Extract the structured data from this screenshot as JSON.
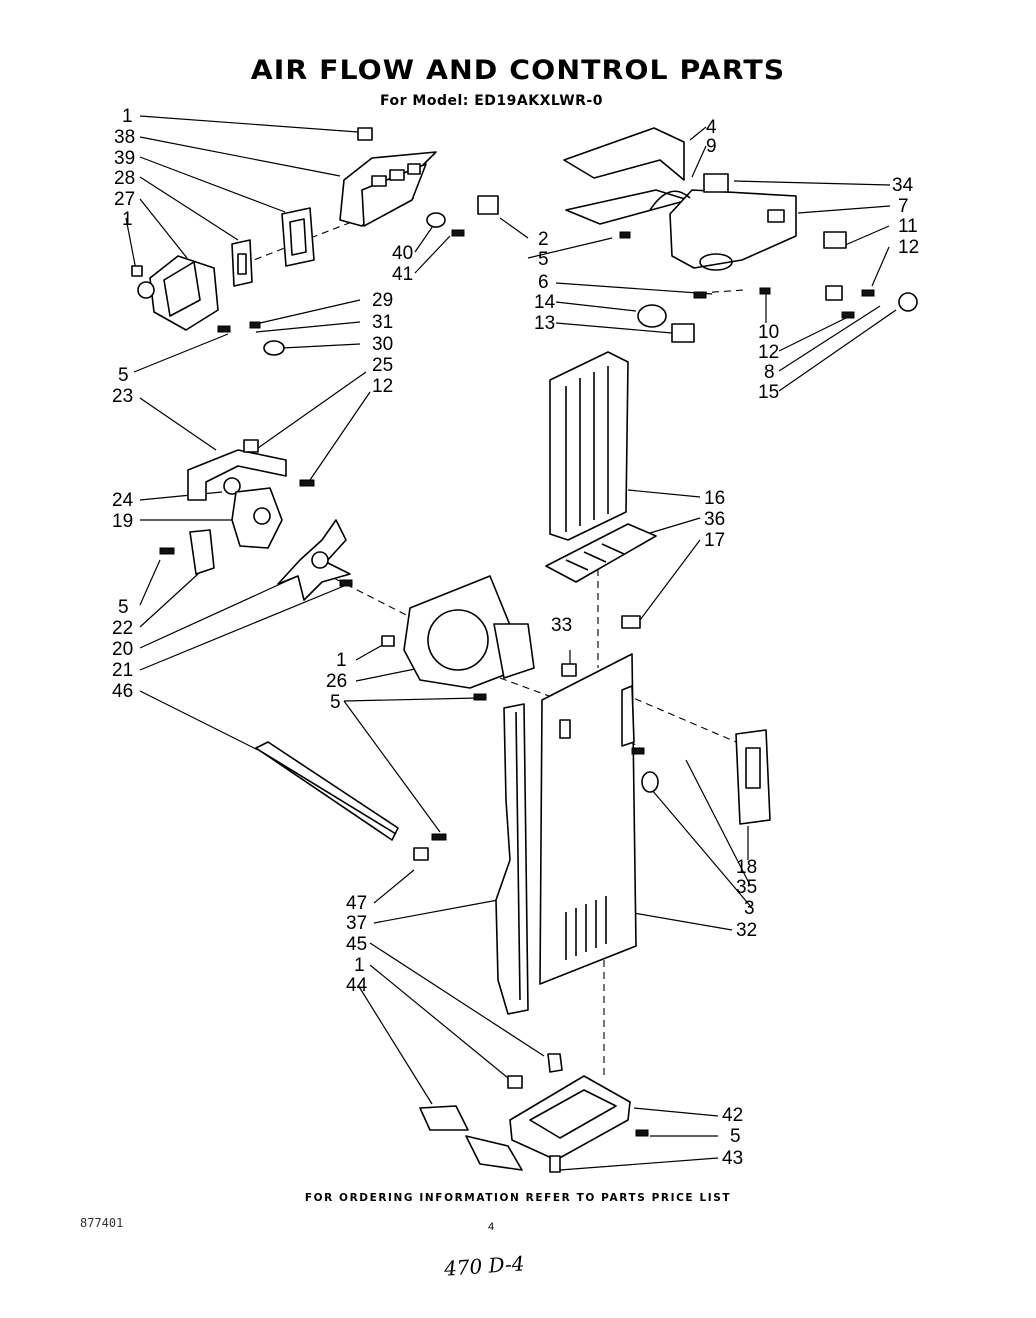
{
  "title": "AIR FLOW AND CONTROL PARTS",
  "subtitle": "For Model: ED19AKXLWR-0",
  "footer_note": "FOR ORDERING INFORMATION REFER TO PARTS PRICE LIST",
  "doc_number": "877401",
  "page_number": "4",
  "handwritten_note": "470 D-4",
  "callouts": {
    "c1": "1",
    "c38": "38",
    "c39": "39",
    "c28": "28",
    "c27": "27",
    "c1b": "1",
    "c40": "40",
    "c41": "41",
    "c29": "29",
    "c31": "31",
    "c30": "30",
    "c5a": "5",
    "c25": "25",
    "c12a": "12",
    "c23": "23",
    "c24": "24",
    "c19": "19",
    "c5b": "5",
    "c22": "22",
    "c20": "20",
    "c21": "21",
    "c46": "46",
    "c1c": "1",
    "c26": "26",
    "c5c": "5",
    "c33": "33",
    "c4": "4",
    "c9": "9",
    "c34": "34",
    "c7": "7",
    "c2": "2",
    "c5d": "5",
    "c11": "11",
    "c12b": "12",
    "c6": "6",
    "c14": "14",
    "c13": "13",
    "c10": "10",
    "c12c": "12",
    "c8": "8",
    "c15": "15",
    "c16": "16",
    "c36": "36",
    "c17": "17",
    "c18": "18",
    "c35": "35",
    "c3": "3",
    "c32": "32",
    "c47": "47",
    "c37": "37",
    "c45": "45",
    "c1d": "1",
    "c44": "44",
    "c42": "42",
    "c5e": "5",
    "c43": "43"
  }
}
